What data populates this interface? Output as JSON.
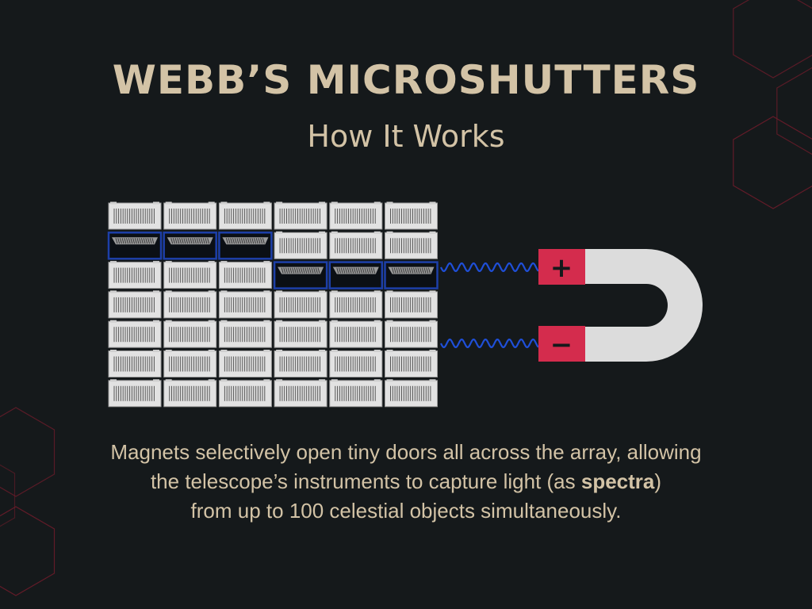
{
  "title": "WEBB’S MICROSHUTTERS",
  "subtitle": "How It Works",
  "caption": {
    "line1": "Magnets selectively open tiny doors all across the array, allowing",
    "line2_pre": "the telescope’s instruments to capture light (as ",
    "line2_bold": "spectra",
    "line2_post": ")",
    "line3": "from up to 100 celestial objects simultaneously."
  },
  "shutter_array": {
    "rows": 7,
    "cols": 6,
    "open_shutters": [
      [
        1,
        0
      ],
      [
        1,
        1
      ],
      [
        1,
        2
      ],
      [
        2,
        3
      ],
      [
        2,
        4
      ],
      [
        2,
        5
      ]
    ]
  },
  "magnet": {
    "positive_symbol": "+",
    "negative_symbol": "−"
  },
  "colors": {
    "background": "#15191b",
    "text": "#d3c3a6",
    "shutter_fill": "#e2e2e2",
    "shutter_open_glow": "#1d3fa8",
    "magnet_body": "#dcdcdc",
    "magnet_pole": "#d42c4d",
    "wave": "#1f4fd8",
    "hex_outline": "#6a1c2a"
  }
}
